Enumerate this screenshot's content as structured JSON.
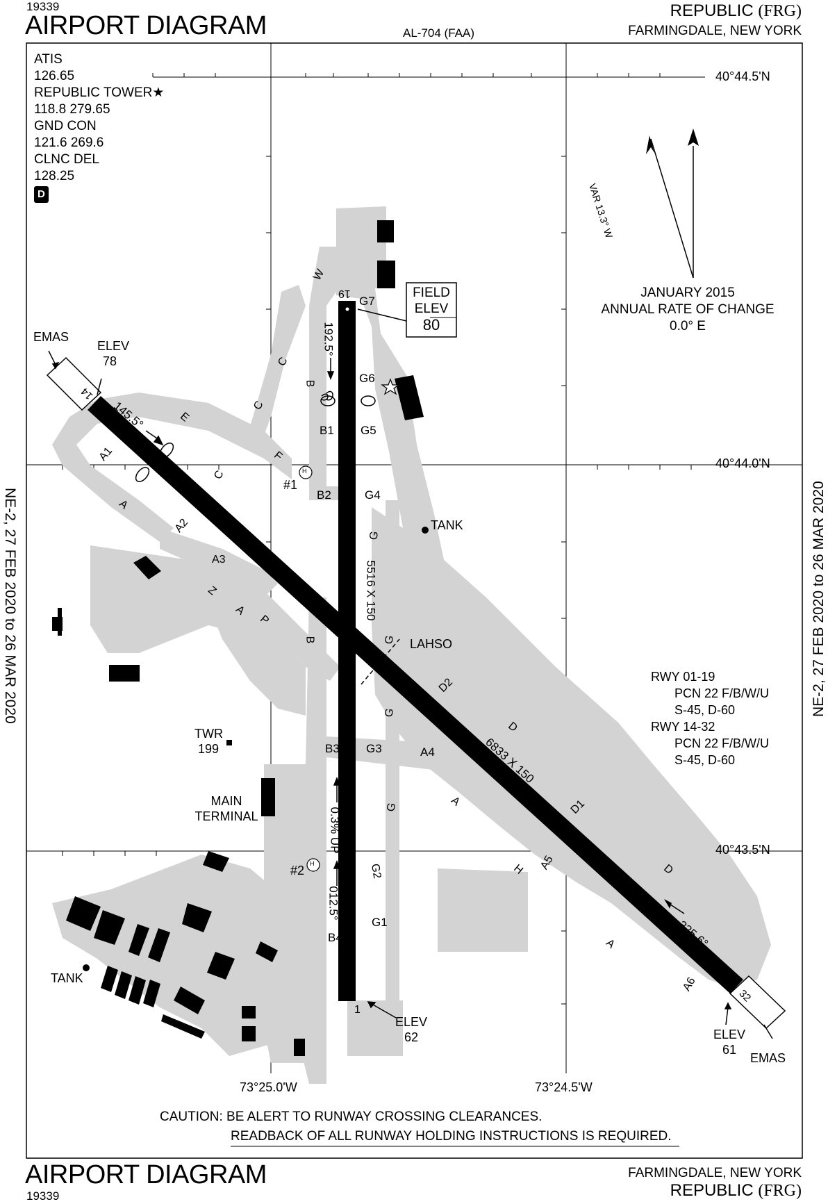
{
  "header": {
    "volume_top": "19339",
    "title_top": "AIRPORT DIAGRAM",
    "chart_id": "AL-704 (FAA)",
    "airport_name": "REPUBLIC",
    "airport_id": "(FRG)",
    "city_state": "FARMINGDALE, NEW YORK"
  },
  "footer": {
    "title_bottom": "AIRPORT DIAGRAM",
    "volume_bottom": "19339",
    "city_state": "FARMINGDALE, NEW YORK",
    "airport_name": "REPUBLIC",
    "airport_id": "(FRG)"
  },
  "side_text": "NE-2, 27 FEB 2020 to 26 MAR 2020",
  "frequencies": {
    "atis_label": "ATIS",
    "atis_freq": "126.65",
    "tower_label": "REPUBLIC TOWER",
    "tower_freq": "118.8  279.65",
    "gnd_label": "GND CON",
    "gnd_freq": "121.6  269.6",
    "clnc_label": "CLNC DEL",
    "clnc_freq": "128.25",
    "d_badge": "D"
  },
  "magnetic": {
    "var": "VAR 13.3° W",
    "date": "JANUARY 2015",
    "rate_label": "ANNUAL RATE OF CHANGE",
    "rate_value": "0.0° E"
  },
  "coordinates": {
    "lat_top": "40°44.5'N",
    "lat_mid": "40°44.0'N",
    "lat_bottom": "40°43.5'N",
    "lon_left": "73°25.0'W",
    "lon_right": "73°24.5'W"
  },
  "field_elev": {
    "line1": "FIELD",
    "line2": "ELEV",
    "value": "80"
  },
  "runway_info": {
    "rwy1_name": "RWY 01-19",
    "rwy1_pcn": "PCN 22 F/B/W/U",
    "rwy1_weights": "S-45, D-60",
    "rwy2_name": "RWY 14-32",
    "rwy2_pcn": "PCN 22 F/B/W/U",
    "rwy2_weights": "S-45, D-60"
  },
  "runway_labels": {
    "rwy19_end": "19",
    "rwy1_end": "1",
    "rwy14_end": "14",
    "rwy32_end": "32",
    "heading_19": "192.5°",
    "heading_01": "012.5°",
    "heading_14": "145.5°",
    "heading_32": "325.6°",
    "dims_01_19": "5516 X 150",
    "dims_14_32": "6833 X 150",
    "slope": "0.3% UP",
    "lahso": "LAHSO"
  },
  "elevations": {
    "elev_label": "ELEV",
    "elev_14": "78",
    "elev_1": "62",
    "elev_32": "61",
    "emas": "EMAS"
  },
  "taxiways": [
    "W",
    "C",
    "C",
    "C",
    "E",
    "F",
    "A1",
    "A",
    "A2",
    "A3",
    "Z",
    "A",
    "P",
    "B",
    "B",
    "B1",
    "B2",
    "B3",
    "B4",
    "G",
    "G",
    "G",
    "G",
    "G1",
    "G2",
    "G3",
    "G4",
    "G5",
    "G6",
    "G7",
    "D2",
    "D",
    "D1",
    "D",
    "A",
    "A",
    "A4",
    "A5",
    "A6",
    "H"
  ],
  "facilities": {
    "tank": "TANK",
    "twr": "TWR",
    "twr_height": "199",
    "main": "MAIN",
    "terminal": "TERMINAL",
    "heli1": "#1",
    "heli2": "#2",
    "heli_mark": "H"
  },
  "caution": {
    "line1": "CAUTION: BE ALERT TO RUNWAY CROSSING CLEARANCES.",
    "line2": "READBACK OF ALL RUNWAY HOLDING INSTRUCTIONS IS REQUIRED."
  },
  "colors": {
    "pavement": "#d3d3d3",
    "runway": "#000000",
    "ink": "#000000"
  }
}
